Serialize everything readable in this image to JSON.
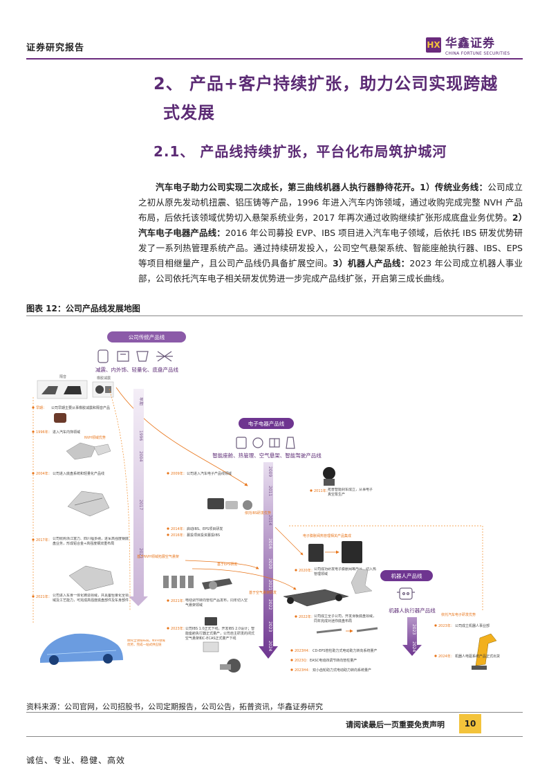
{
  "header": {
    "title": "证券研究报告",
    "logo_mark": "HX",
    "logo_cn": "华鑫证券",
    "logo_en": "CHINA FORTUNE SECURITIES"
  },
  "section": {
    "h1_line1": "2、 产品+客户持续扩张，助力公司实现跨越",
    "h1_line2": "式发展",
    "h2": "2.1、 产品线持续扩张，平台化布局筑护城河"
  },
  "paragraph": {
    "lead": "汽车电子助力公司实现二次成长，第三曲线机器人执行器静待花开。1）传统业务线：",
    "part1": "公司成立之初从原先发动机扭震、铝压铸等产品，1996 年进入汽车内饰领域，通过收购完成完整 NVH 产品布局，后依托该领域优势切入悬架系统业务，2017 年再次通过收购继续扩张形成底盘业务优势。",
    "bold2": "2）汽车电子电器产品线：",
    "part2": "2016 年公司募投 EVP、IBS 项目进入汽车电子领域，后依托 IBS 研发优势研发了一系列热管理系统产品。通过持续研发投入，公司空气悬架系统、智能座舱执行器、IBS、EPS 等项目相继量产，且公司产品线仍具备扩展空间。",
    "bold3": "3）机器人产品线：",
    "part3": "2023 年公司成立机器人事业部，公司依托汽车电子相关研发优势进一步完成产品线扩张，开启第三成长曲线。"
  },
  "figure": {
    "title": "图表 12：公司产品线发展地图",
    "traditional_pill": "公司传统产品线",
    "traditional_caption": "减震、内外饰、轻量化、底盘产品线",
    "electronics_pill": "电子电器产品线",
    "electronics_caption": "智能座舱、热管理、空气悬架、智能驾驶产品线",
    "robot_pill": "机器人产品线",
    "robot_caption": "机器人执行器产品线",
    "img_label_a": "隔音",
    "img_label_b": "橡胶减震",
    "years_left": [
      "早期",
      "1996",
      "2004",
      "2017",
      "2021"
    ],
    "years_mid": [
      "2009",
      "2011",
      "2014",
      "2016",
      "2020",
      "2021",
      "2022",
      "2023",
      "2024"
    ],
    "years_right": [
      "2023",
      "2024"
    ],
    "events_left": [
      {
        "year": "早期：",
        "text": "公司早期主要从事橡胶减震和隔音产品"
      },
      {
        "year": "1996年：",
        "text": "进入汽车内饰领域"
      },
      {
        "year": "2004年：",
        "text": "公司进入底盘系统和轻量化产品线"
      },
      {
        "year": "2017年：",
        "text": "公司收购浙江富力、四川福多纳，进军高强度钢底盘业务，形成铝合金+高强度钢双重布局"
      },
      {
        "year": "2021年：",
        "text": "公司进入车身一体化铸造领域，并具备轻量化全领域及工艺能力，可完成高强度底盘部件及车身部件"
      }
    ],
    "note_nvh": "NVH领域优势",
    "note_bottom": "依托全领域布局，NVH领域优势，完成一站式供应链",
    "events_mid": [
      {
        "year": "2009年：",
        "text": "公司进入汽车电子产品线领域"
      },
      {
        "year": "2011年：",
        "text": "拓普智能刹车成立，从事电子真空泵生产"
      },
      {
        "year": "2014年：",
        "text": "启动IBS、EPS项目研发"
      },
      {
        "year": "2016年：",
        "text": "募投项目投资募投IBS"
      },
      {
        "year": "2020年：",
        "text": "公司成功研发电子膨胀阀等产品，切入热管理领域"
      },
      {
        "year": "2021年：",
        "text": "电动调节转向管柱产品发布，同年切入空气悬架领域"
      },
      {
        "year": "2022年：",
        "text": "公司成立全子公司，开发滑板底盘领域，同年完成对迷你底盘布局"
      },
      {
        "year": "2023年：",
        "text": "公司IBS 1.0正式下线，开发IBS 2.0设计；智能座舱执行器正式量产，公司自主研发的闭式空气悬架和C-ECAS正式量产下线"
      },
      {
        "year": "2023H4：",
        "text": "CD-EPS管柱助力式电动助力转向系统量产"
      },
      {
        "year": "2023Q：",
        "text": "EASC电动四调节转向管柱量产"
      },
      {
        "year": "2023H4：",
        "text": "双小齿轮助力式电动助力转向系统量产"
      }
    ],
    "note_ibs": "依托IBS研发优势",
    "note_thermal": "电子膨胀阀热管理相关产品集成",
    "note_nvh2": "基于NVH领域拓展空气悬架",
    "note_eps": "基于EPS研发",
    "note_suspension": "基于空气悬架研发",
    "note_robot": "依托汽车电子研发优势",
    "events_right": [
      {
        "year": "2023年：",
        "text": "公司成立机器人事业部"
      },
      {
        "year": "2024年：",
        "text": "机器人电驱系统产品正式出货"
      }
    ]
  },
  "source": "资料来源：公司官网，公司招股书，公司定期报告，公司公告，拓普资讯，华鑫证券研究",
  "footer": {
    "note": "请阅读最后一页重要免责声明",
    "page": "10",
    "slogan": "诚信、专业、稳健、高效"
  },
  "colors": {
    "brand_purple": "#5b2a74",
    "accent_gold": "#f3c33b",
    "event_orange": "#e8751a",
    "note_orange": "#f28c28"
  }
}
